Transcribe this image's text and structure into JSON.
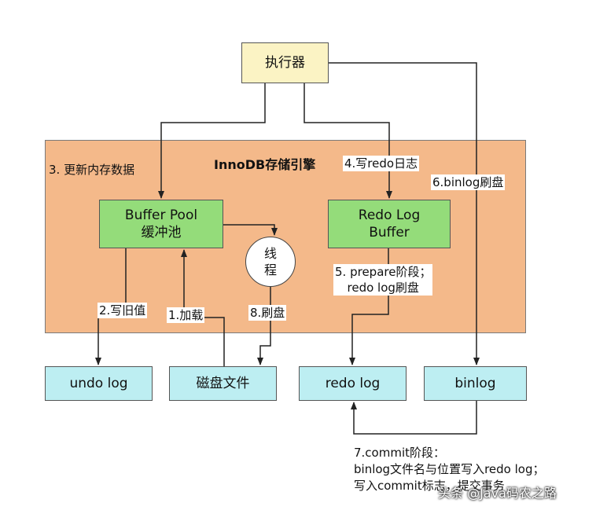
{
  "executor": {
    "label": "执行器"
  },
  "engine": {
    "title": "InnoDB存储引擎"
  },
  "buffer_pool": {
    "line1": "Buffer Pool",
    "line2": "缓冲池"
  },
  "redo_log_buffer": {
    "line1": "Redo Log",
    "line2": "Buffer"
  },
  "thread": {
    "line1": "线",
    "line2": "程"
  },
  "storage": {
    "undo_log": "undo log",
    "disk_file": "磁盘文件",
    "redo_log": "redo log",
    "binlog": "binlog"
  },
  "steps": {
    "s1": "1.加载",
    "s2": "2.写旧值",
    "s3": "3. 更新内存数据",
    "s4": "4.写redo日志",
    "s5_line1": "5. prepare阶段；",
    "s5_line2": "redo log刷盘",
    "s6": "6.binlog刷盘",
    "s8": "8.刷盘"
  },
  "commit_note": {
    "line1": "7.commit阶段：",
    "line2": "binlog文件名与位置写入redo log；",
    "line3": "写入commit标志，提交事务"
  },
  "watermark": "头条 @Java码农之路",
  "colors": {
    "executor": "#fbf3c4",
    "engine": "#f4b98a",
    "green_box": "#94dc7a",
    "cyan_box": "#bdeef2"
  }
}
